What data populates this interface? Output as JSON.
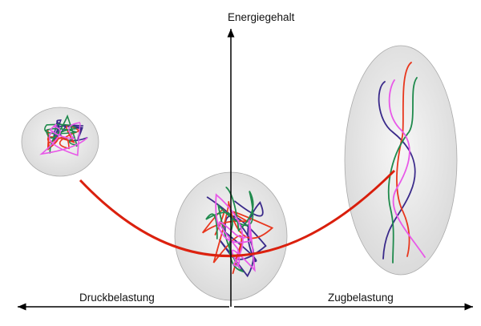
{
  "labels": {
    "y_axis": "Energiegehalt",
    "left_axis": "Druckbelastung",
    "right_axis": "Zugbelastung"
  },
  "colors": {
    "chains": [
      "#3a2a8a",
      "#e8371e",
      "#1f8a4c",
      "#e858e8"
    ],
    "energy_curve": "#e0220f",
    "ellipse_fill": "#e6e6e6",
    "axis": "#000000"
  },
  "states": [
    "compressed",
    "relaxed",
    "stretched"
  ]
}
